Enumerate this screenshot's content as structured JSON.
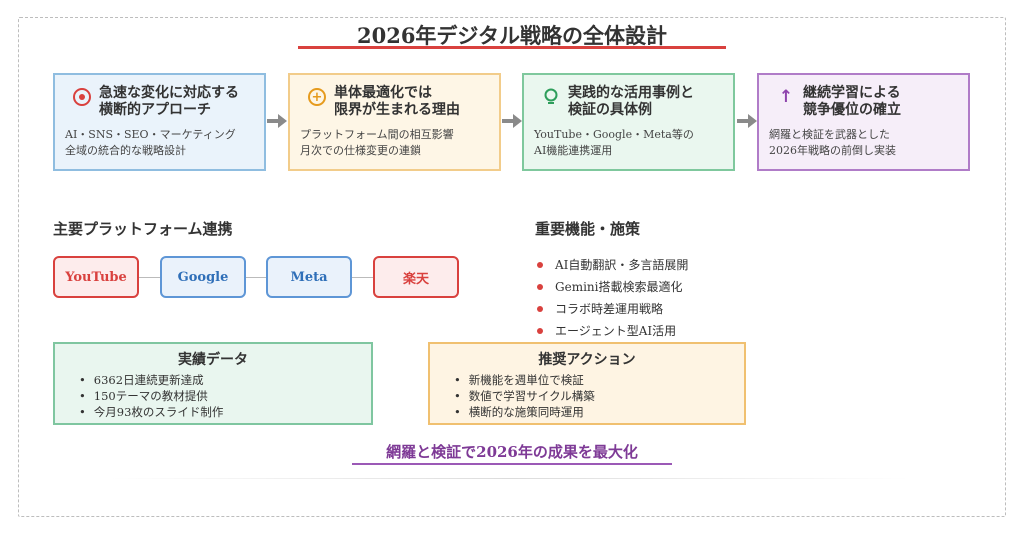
{
  "title": "2026年デジタル戦略の全体設計",
  "cards": [
    {
      "head1": "急速な変化に対応する",
      "head2": "横断的アプローチ",
      "body1": "AI・SNS・SEO・マーケティング",
      "body2": "全域の統合的な戦略設計",
      "icon": "target-icon",
      "color": "#d9413e"
    },
    {
      "head1": "単体最適化では",
      "head2": "限界が生まれる理由",
      "body1": "プラットフォーム間の相互影響",
      "body2": "月次での仕様変更の連鎖",
      "icon": "plus-circle-icon",
      "color": "#e69b1e"
    },
    {
      "head1": "実践的な活用事例と",
      "head2": "検証の具体例",
      "body1": "YouTube・Google・Meta等の",
      "body2": "AI機能連携運用",
      "icon": "lightbulb-icon",
      "color": "#2e9e5b"
    },
    {
      "head1": "継続学習による",
      "head2": "競争優位の確立",
      "body1": "網羅と検証を武器とした",
      "body2": "2026年戦略の前倒し実装",
      "icon": "arrow-up-icon",
      "color": "#8e44ad"
    }
  ],
  "platforms": {
    "title": "主要プラットフォーム連携",
    "items": [
      {
        "label": "YouTube",
        "color": "#d9413e"
      },
      {
        "label": "Google",
        "color": "#2f6fb8"
      },
      {
        "label": "Meta",
        "color": "#2f6fb8"
      },
      {
        "label": "楽天",
        "color": "#d9413e"
      }
    ]
  },
  "features": {
    "title": "重要機能・施策",
    "items": [
      "AI自動翻訳・多言語展開",
      "Gemini搭載検索最適化",
      "コラボ時差運用戦略",
      "エージェント型AI活用"
    ]
  },
  "results": {
    "title": "実績データ",
    "items": [
      "6362日連続更新達成",
      "150テーマの教材提供",
      "今月93枚のスライド制作"
    ]
  },
  "actions": {
    "title": "推奨アクション",
    "items": [
      "新機能を週単位で検証",
      "数値で学習サイクル構築",
      "横断的な施策同時運用"
    ]
  },
  "bottom": "網羅と検証で2026年の成果を最大化"
}
